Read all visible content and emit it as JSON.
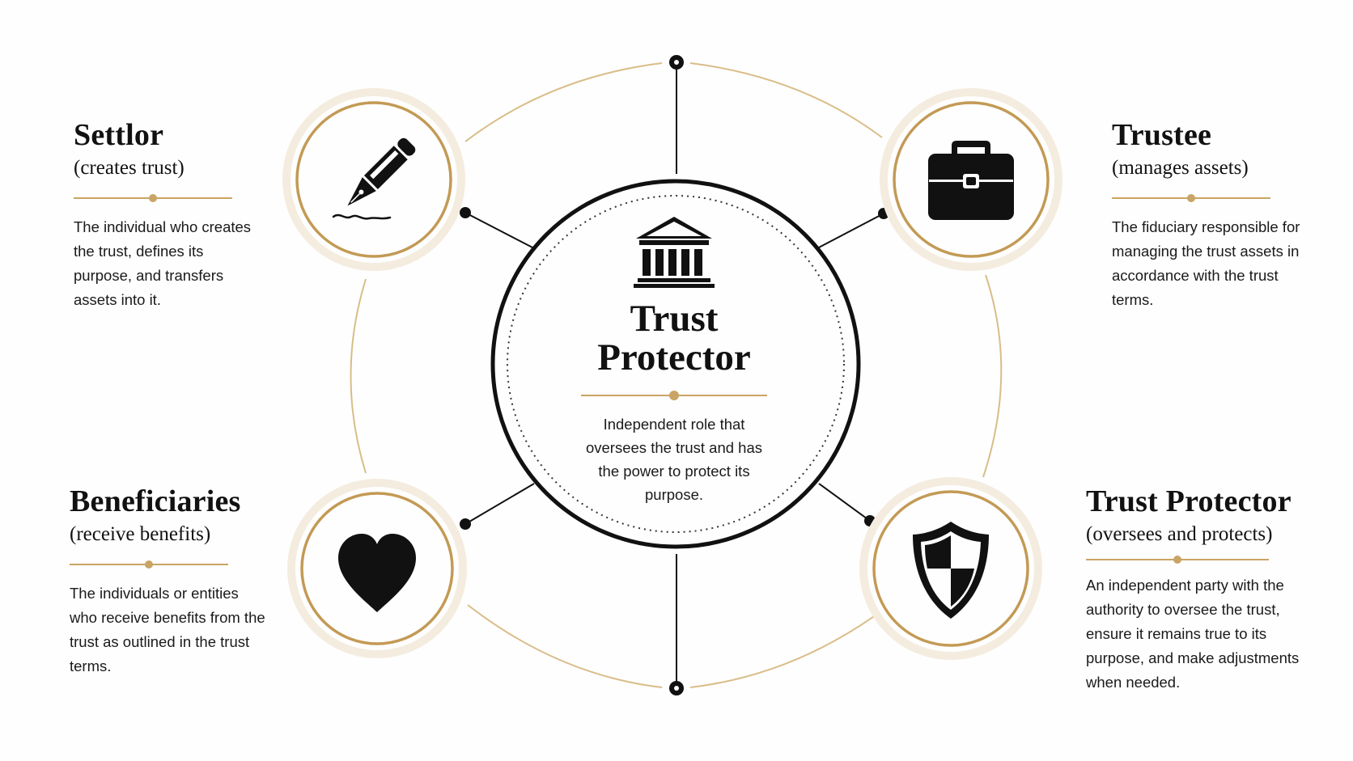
{
  "colors": {
    "accent_gold": "#c9a464",
    "halo": "#f1e7d6",
    "ink": "#111111"
  },
  "center": {
    "icon": "bank-building-icon",
    "title_line1": "Trust",
    "title_line2": "Protector",
    "description": "Independent role that oversees the trust and has the power to protect its purpose."
  },
  "roles": [
    {
      "icon": "fountain-pen-icon",
      "title": "Settlor",
      "subtitle": "(creates trust)",
      "description": "The individual who creates the trust, defines its purpose, and transfers assets into it."
    },
    {
      "icon": "briefcase-icon",
      "title": "Trustee",
      "subtitle": "(manages assets)",
      "description": "The fiduciary responsible for managing the trust assets in accordance with the trust terms."
    },
    {
      "icon": "heart-icon",
      "title": "Beneficiaries",
      "subtitle": "(receive benefits)",
      "description": "The individuals or entities who receive benefits from the trust as outlined in the trust terms."
    },
    {
      "icon": "shield-icon",
      "title": "Trust Protector",
      "subtitle": "(oversees and protects)",
      "description": "An independent party with the authority to oversee the trust, ensure it remains true to its purpose, and make adjustments when needed."
    }
  ]
}
